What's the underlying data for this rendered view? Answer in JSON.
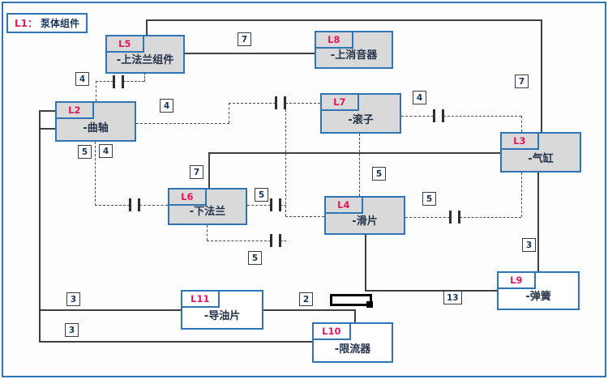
{
  "title": {
    "id": "L1：",
    "name": "泵体组件"
  },
  "colors": {
    "accent_blue": "#2E75B6",
    "label_red": "#E0195D",
    "box_fill_gray": "#D9D9D9",
    "box_fill_white": "#FFFFFF",
    "line_dark": "#3F3F3F"
  },
  "components": [
    {
      "id": "L5",
      "name": "-上法兰组件"
    },
    {
      "id": "L8",
      "name": "-上消音器"
    },
    {
      "id": "L2",
      "name": "-曲轴"
    },
    {
      "id": "L7",
      "name": "-滚子"
    },
    {
      "id": "L3",
      "name": "-气缸"
    },
    {
      "id": "L6",
      "name": "-下法兰"
    },
    {
      "id": "L4",
      "name": "-滑片"
    },
    {
      "id": "L9",
      "name": "-弹簧"
    },
    {
      "id": "L11",
      "name": "-导油片"
    },
    {
      "id": "L10",
      "name": "-限流器"
    }
  ],
  "connector_labels": [
    {
      "num": "4"
    },
    {
      "num": "7"
    },
    {
      "num": "7"
    },
    {
      "num": "4"
    },
    {
      "num": "4"
    },
    {
      "num": "5"
    },
    {
      "num": "4"
    },
    {
      "num": "7"
    },
    {
      "num": "5"
    },
    {
      "num": "5"
    },
    {
      "num": "5"
    },
    {
      "num": "5"
    },
    {
      "num": "3"
    },
    {
      "num": "3"
    },
    {
      "num": "3"
    },
    {
      "num": "2"
    },
    {
      "num": "13"
    }
  ]
}
